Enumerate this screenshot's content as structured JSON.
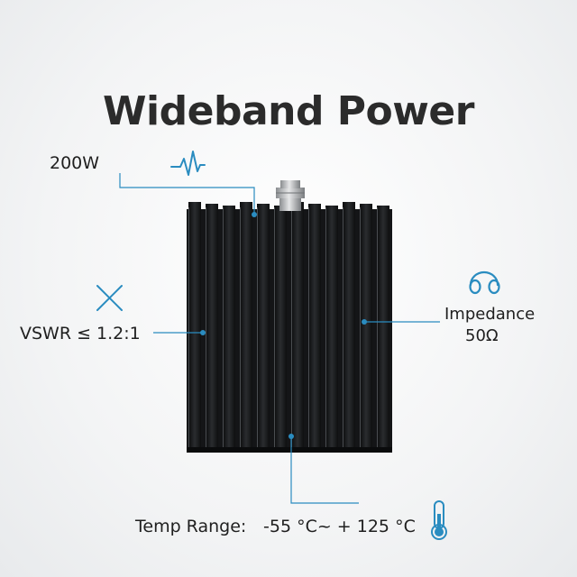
{
  "title": "Wideband Power",
  "specs": {
    "power": "200W",
    "vswr": "VSWR ≤ 1.2:1",
    "impedance_label": "Impedance",
    "impedance_value": "50Ω",
    "temp_label": "Temp Range:",
    "temp_value": "-55 °C~ + 125 °C"
  },
  "icons": [
    "pulse-icon",
    "cross-icon",
    "headphone-icon",
    "thermometer-icon"
  ],
  "colors": {
    "accent": "#2a8cc0",
    "heatsink": "#16181a",
    "title": "#2b2b2b"
  }
}
